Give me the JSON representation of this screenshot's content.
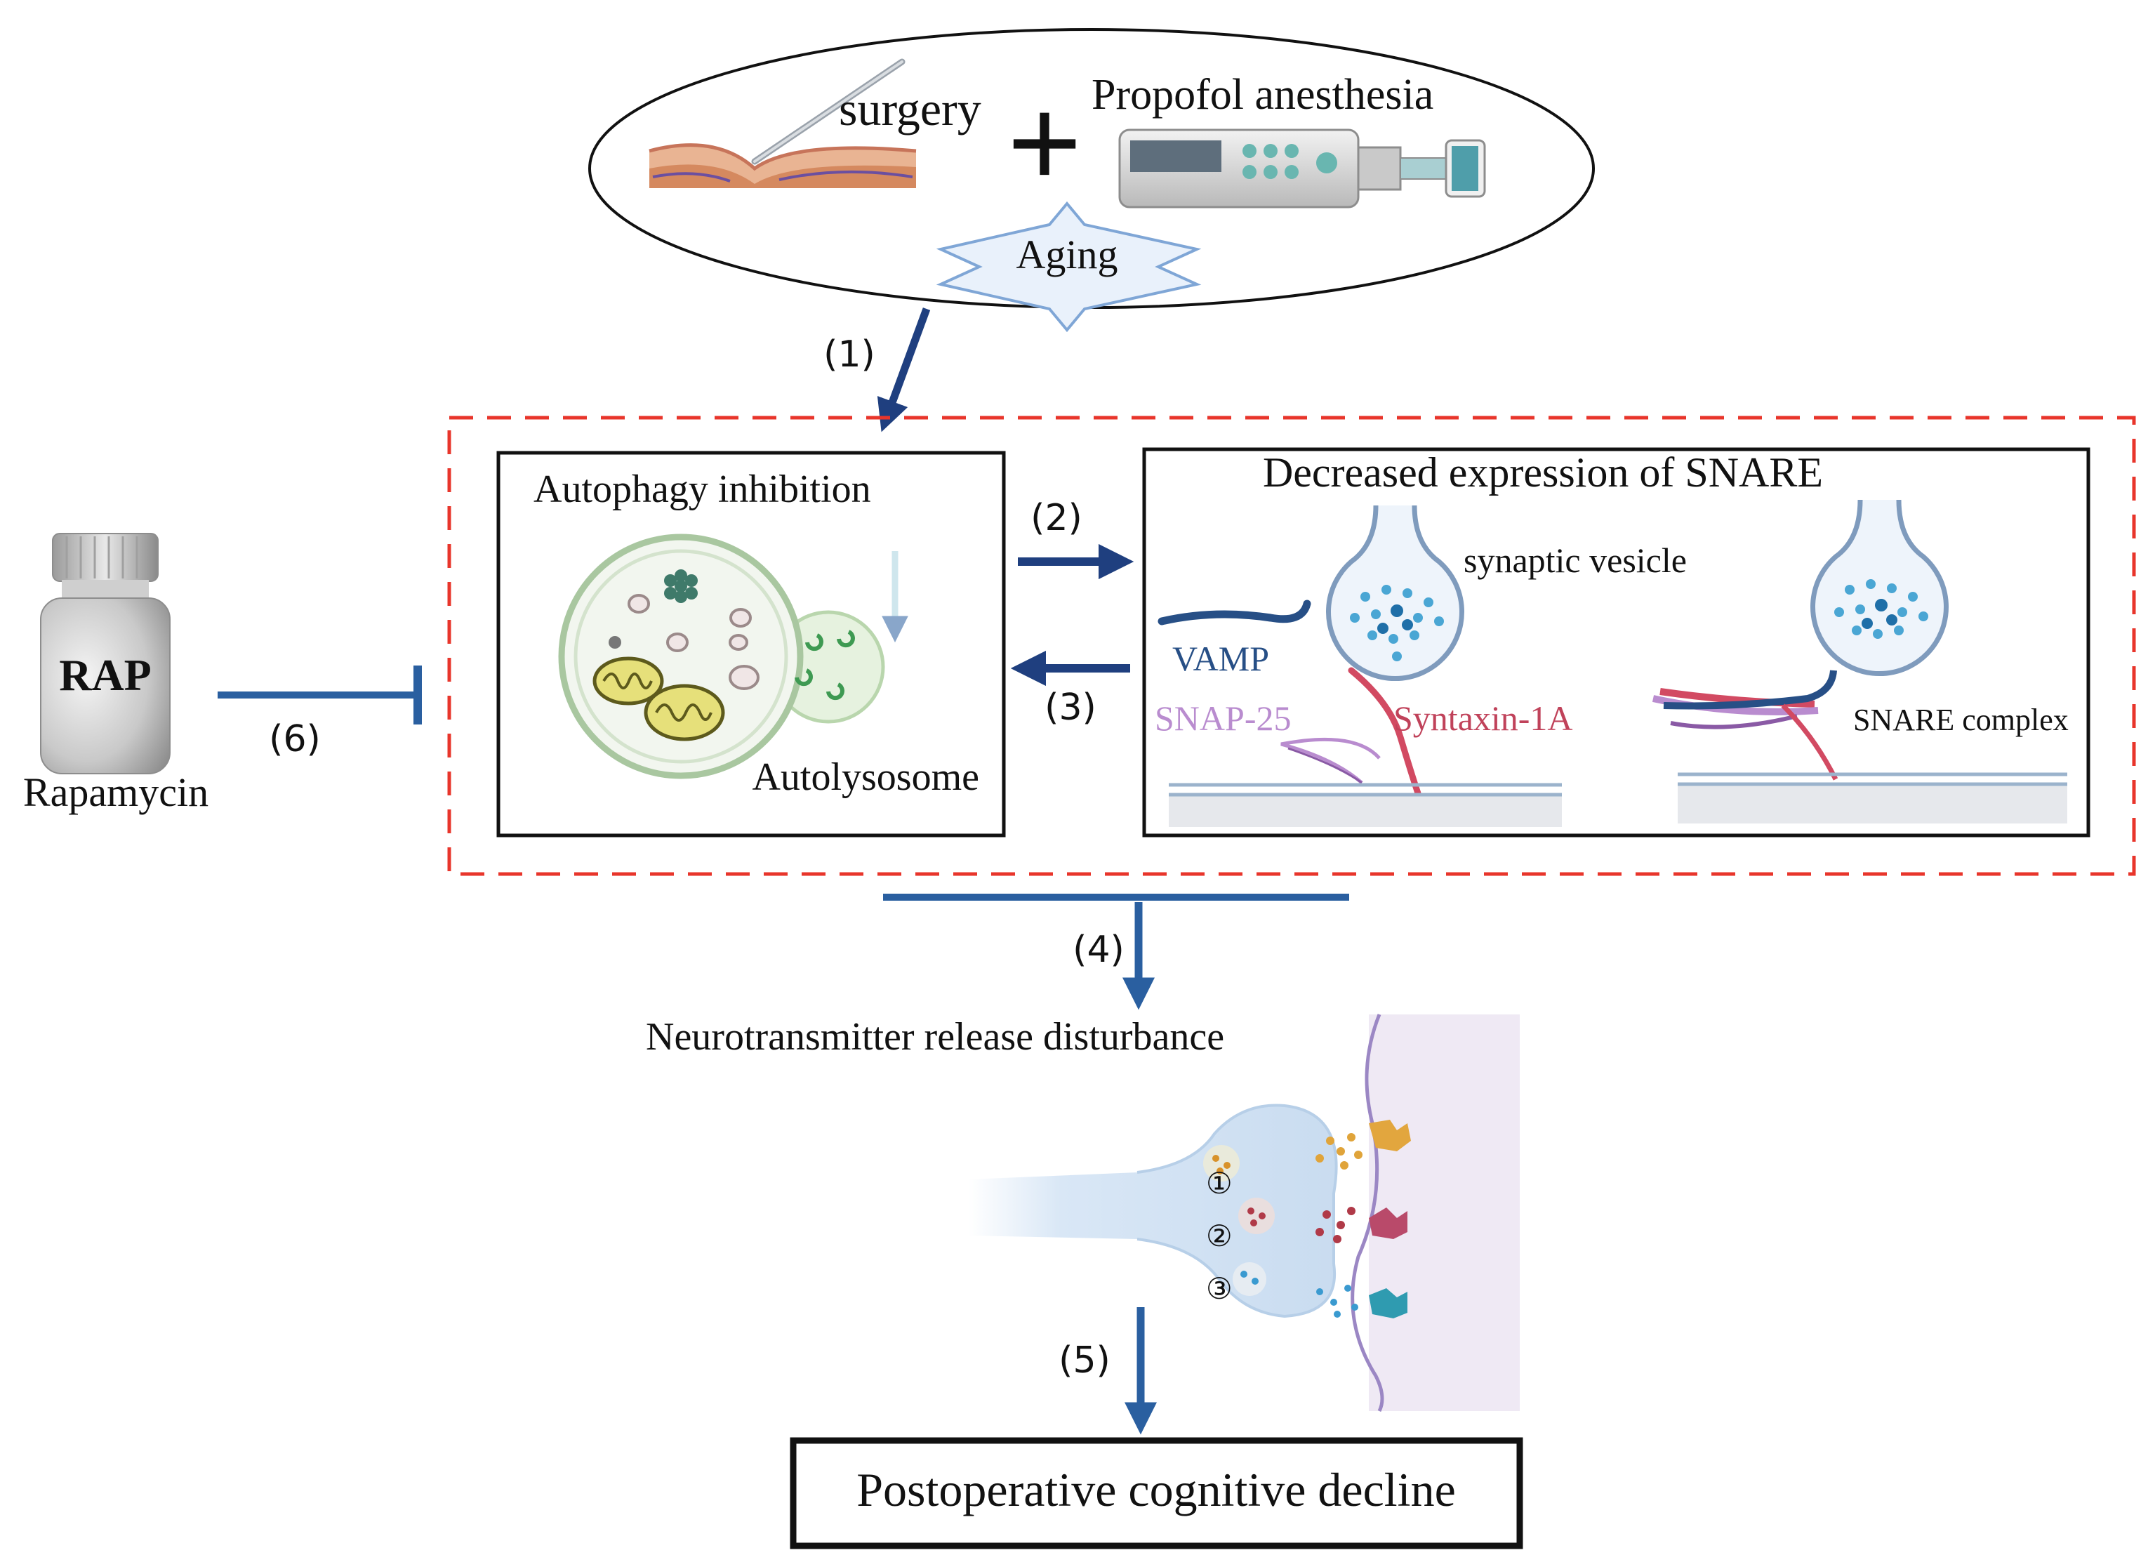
{
  "top": {
    "surgery": "surgery",
    "plus": "+",
    "propofol": "Propofol anesthesia",
    "aging": "Aging"
  },
  "steps": {
    "s1": "(1)",
    "s2": "(2)",
    "s3": "(3)",
    "s4": "(4)",
    "s5": "(5)",
    "s6": "(6)"
  },
  "autophagy": {
    "title": "Autophagy inhibition",
    "autolysosome": "Autolysosome"
  },
  "snare": {
    "title": "Decreased expression of SNARE",
    "synaptic_vesicle": "synaptic vesicle",
    "vamp": "VAMP",
    "snap25": "SNAP-25",
    "syntaxin": "Syntaxin-1A",
    "complex": "SNARE complex"
  },
  "drug": {
    "bottle_label": "RAP",
    "name": "Rapamycin"
  },
  "neuro": {
    "title": "Neurotransmitter release disturbance",
    "markers": [
      "①",
      "②",
      "③"
    ]
  },
  "outcome": {
    "label": "Postoperative cognitive decline"
  },
  "colors": {
    "arrow_blue": "#1f3f7f",
    "inhibit_blue": "#2a5fa0",
    "dashed_red": "#e8352b",
    "vamp": "#274f86",
    "snap25": "#b98ccf",
    "syntaxin": "#d24a62"
  }
}
